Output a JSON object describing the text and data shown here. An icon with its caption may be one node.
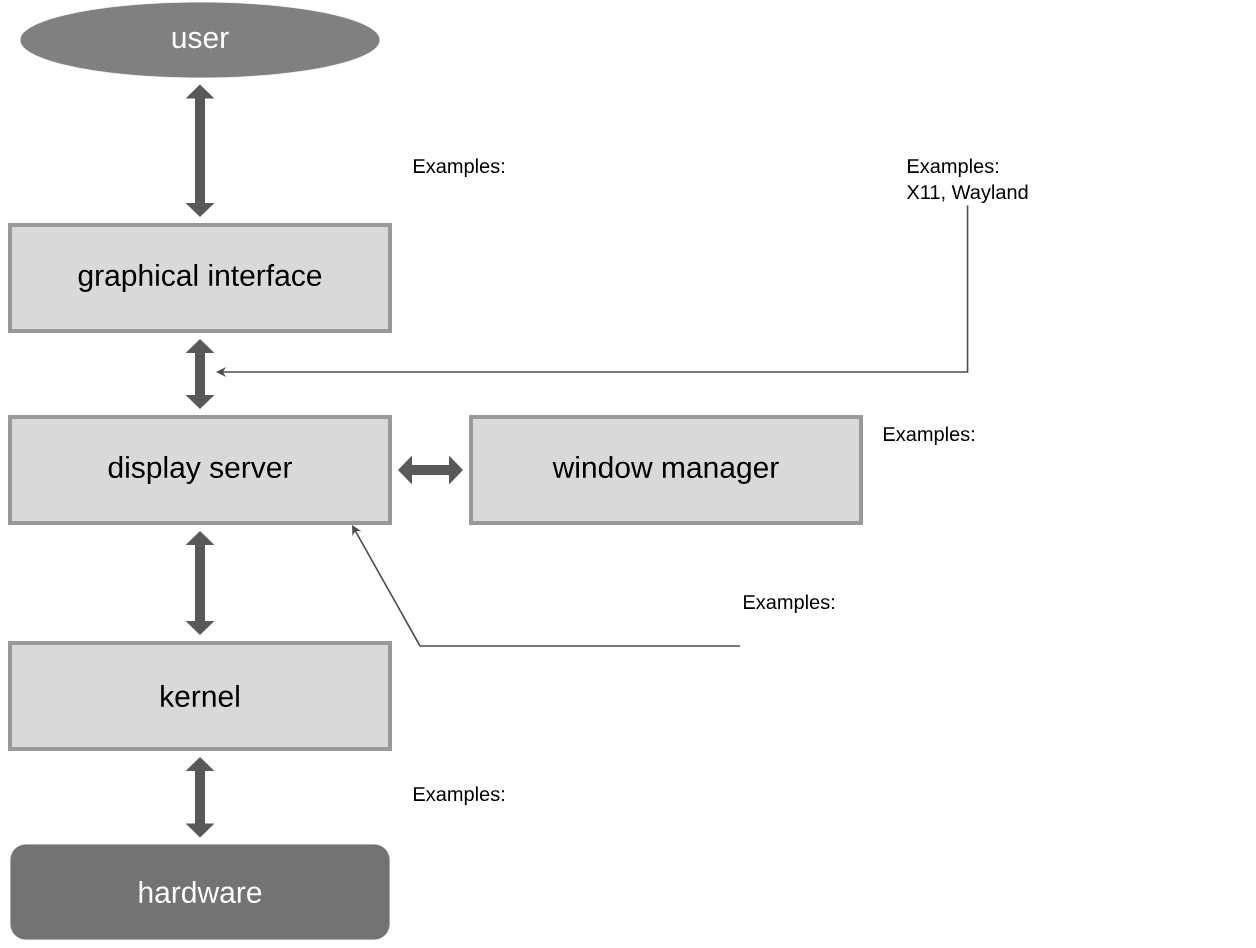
{
  "diagram": {
    "nodes": [
      {
        "text": [
          "user"
        ]
      },
      {
        "text": [
          "graphical interface"
        ],
        "beside": [
          "Examples:"
        ]
      },
      {
        "text": [
          "display server"
        ]
      },
      {
        "text": [
          "window manager"
        ],
        "beside": [
          "Examples:"
        ]
      },
      {
        "text": [
          "kernel"
        ],
        "beside": [
          "Examples:"
        ]
      },
      {
        "text": [
          "hardware"
        ]
      },
      {
        "text": [
          "Examples:",
          "X11, Wayland"
        ]
      },
      {
        "text": [
          "Examples:"
        ]
      }
    ],
    "edges": [
      {
        "from": 0,
        "to": 1,
        "arrow": "both"
      },
      {
        "from": 1,
        "to": 2,
        "arrow": "both"
      },
      {
        "from": 2,
        "to": 3,
        "arrow": "both"
      },
      {
        "from": 2,
        "to": 4,
        "arrow": "both"
      },
      {
        "from": 4,
        "to": 5,
        "arrow": "both"
      },
      {
        "from": 6,
        "to": null,
        "arrow": "to"
      },
      {
        "from": 7,
        "to": 2,
        "arrow": "to"
      }
    ]
  }
}
